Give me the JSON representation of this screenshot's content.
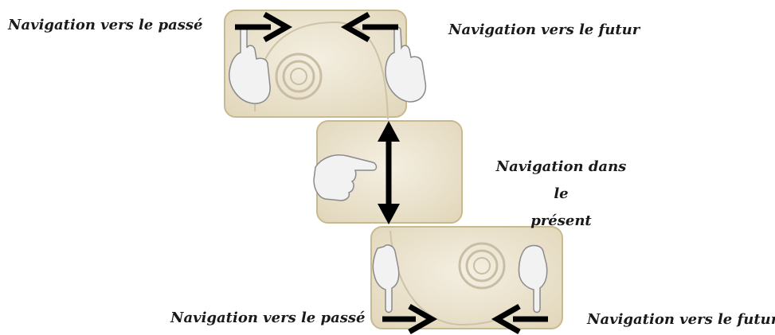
{
  "labels": {
    "top_left": "Navigation vers le passé",
    "top_right": "Navigation vers le futur",
    "middle_line1": "Navigation dans le",
    "middle_line2": "présent",
    "bottom_left": "Navigation vers le passé",
    "bottom_right": "Navigation vers le futur"
  },
  "colors": {
    "panel_fill": "#e9e1cc",
    "panel_border": "#c7ba8e",
    "arrow": "#000000",
    "hand_fill": "#f2f2f2",
    "hand_outline": "#8a8a8a"
  }
}
